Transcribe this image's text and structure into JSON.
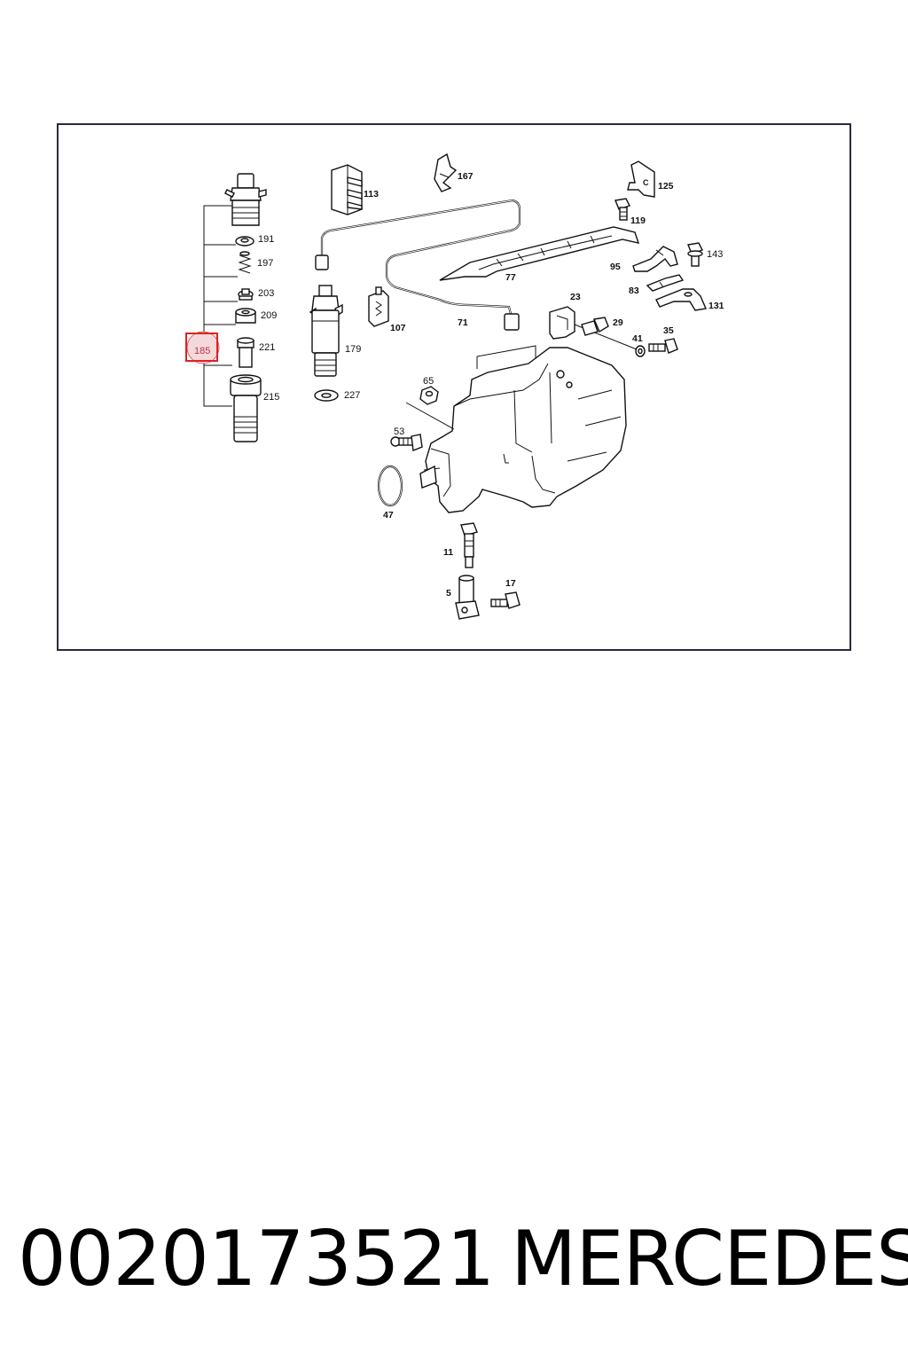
{
  "diagram": {
    "callouts": {
      "c191": "191",
      "c197": "197",
      "c203": "203",
      "c209": "209",
      "c185": "185",
      "c221": "221",
      "c215": "215",
      "c179": "179",
      "c227": "227",
      "c113": "113",
      "c107": "107",
      "c71": "71",
      "c167": "167",
      "c77": "77",
      "c125": "125",
      "c119": "119",
      "c143": "143",
      "c95": "95",
      "c83": "83",
      "c131": "131",
      "c23": "23",
      "c29": "29",
      "c41": "41",
      "c35": "35",
      "c65": "65",
      "c53": "53",
      "c47": "47",
      "c11": "11",
      "c5": "5",
      "c17": "17"
    },
    "bracket_letter": "C",
    "highlight_color": "#e02020"
  },
  "footer": {
    "part_number": "0020173521",
    "brand": "MERCEDES"
  }
}
